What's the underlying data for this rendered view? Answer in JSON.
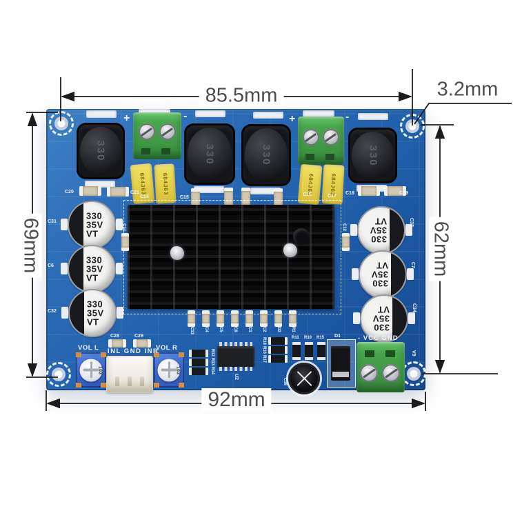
{
  "dimensions": {
    "top_width": "85.5mm",
    "hole_diameter": "3.2mm",
    "left_height": "69mm",
    "right_height": "62mm",
    "bottom_width": "92mm"
  },
  "components": {
    "inductor_marking": "330",
    "film_cap_marking": "684J63",
    "ecap_line1": "330",
    "ecap_line2": "35V",
    "ecap_line3": "VT",
    "trimmer_marking": "103"
  },
  "silkscreen": {
    "plus": "+",
    "minus": "-",
    "top_row": [
      "C20",
      "C21",
      "C14",
      "C15",
      "C16",
      "C17",
      "C18",
      "C19"
    ],
    "left_column": [
      "C31",
      "C6",
      "C32"
    ],
    "right_column": [
      "C33",
      "C7",
      "C34"
    ],
    "heatsink_side": [
      "C24",
      "C12"
    ],
    "heatsink_bottom": [
      "C13",
      "C4",
      "C5",
      "C8",
      "C1",
      "C2",
      "D2",
      "R1"
    ],
    "bottom_caps": [
      "C28",
      "C29"
    ],
    "vol_left": "VOL L",
    "vol_right": "VOL R",
    "input_header": "INL GND INR",
    "power_header": "- VCC GND",
    "ic": "U2",
    "diode": "D1",
    "vreg": "V9",
    "small_cap": "C36",
    "res_row": [
      "R11",
      "R10",
      "R15"
    ],
    "res_stack_left": [
      "R18",
      "R16",
      "R17"
    ],
    "res_stack_mid": [
      "R12",
      "R13",
      "R14"
    ]
  },
  "colors": {
    "board_blue": "#2264b0",
    "terminal_green": "#46a24a",
    "cap_yellow": "#e9d84f",
    "dimension_line": "#1c1c1c",
    "dimension_text": "#4d4d4d"
  }
}
